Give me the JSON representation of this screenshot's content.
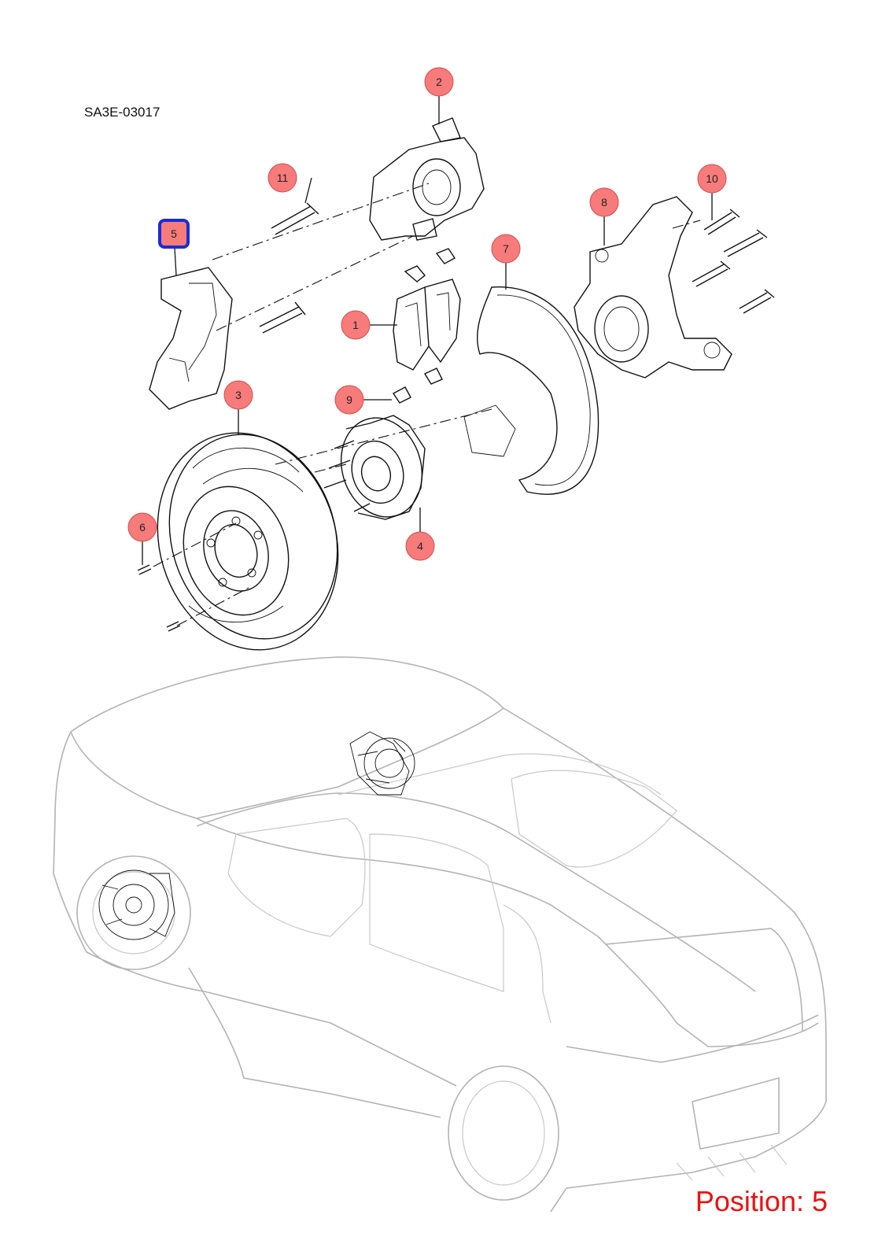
{
  "diagram_code": "SA3E-03017",
  "position_label": "Position: 5",
  "selected": "5",
  "colors": {
    "callout_fill": "#f77b7b",
    "selected_outline": "#1a2bd8",
    "position_text": "#ee1111"
  },
  "callouts": [
    {
      "id": "1",
      "label": "1"
    },
    {
      "id": "2",
      "label": "2"
    },
    {
      "id": "3",
      "label": "3"
    },
    {
      "id": "4",
      "label": "4"
    },
    {
      "id": "5",
      "label": "5"
    },
    {
      "id": "6",
      "label": "6"
    },
    {
      "id": "7",
      "label": "7"
    },
    {
      "id": "8",
      "label": "8"
    },
    {
      "id": "9",
      "label": "9"
    },
    {
      "id": "10",
      "label": "10"
    },
    {
      "id": "11",
      "label": "11"
    }
  ]
}
